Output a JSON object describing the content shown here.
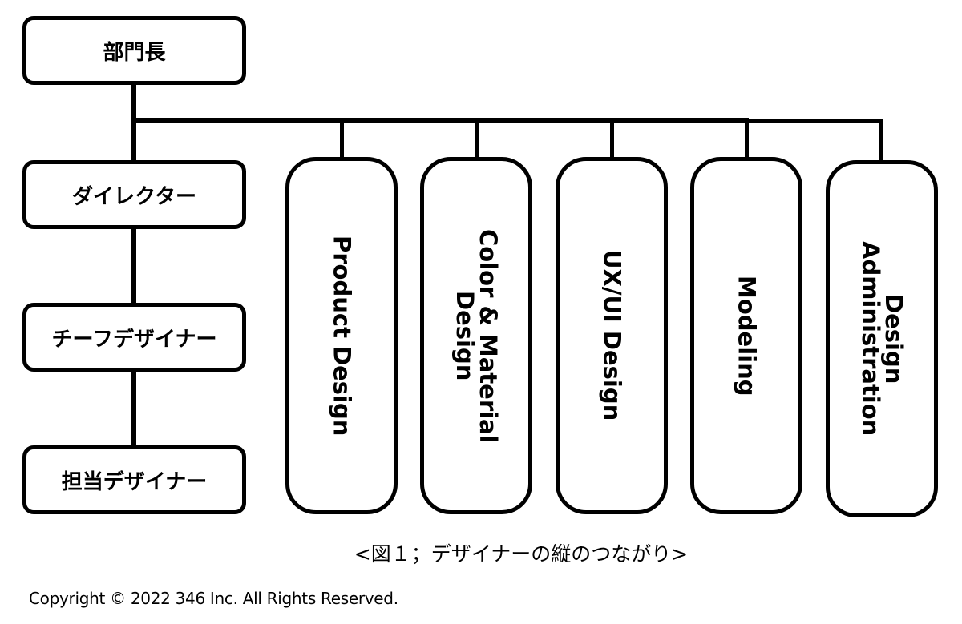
{
  "hierarchy": {
    "head": "部門長",
    "levels": [
      "ダイレクター",
      "チーフデザイナー",
      "担当デザイナー"
    ]
  },
  "departments": [
    {
      "lines": [
        "Product Design"
      ]
    },
    {
      "lines": [
        "Color & Material",
        "Design"
      ]
    },
    {
      "lines": [
        "UX/UI Design"
      ]
    },
    {
      "lines": [
        "Modeling"
      ]
    },
    {
      "lines": [
        "Design",
        "Administration"
      ]
    }
  ],
  "caption": "<図１；デザイナーの縦のつながり>",
  "copyright": "Copyright © 2022 346 Inc. All Rights Reserved.",
  "colors": {
    "stroke": "#000000",
    "background": "#ffffff"
  }
}
